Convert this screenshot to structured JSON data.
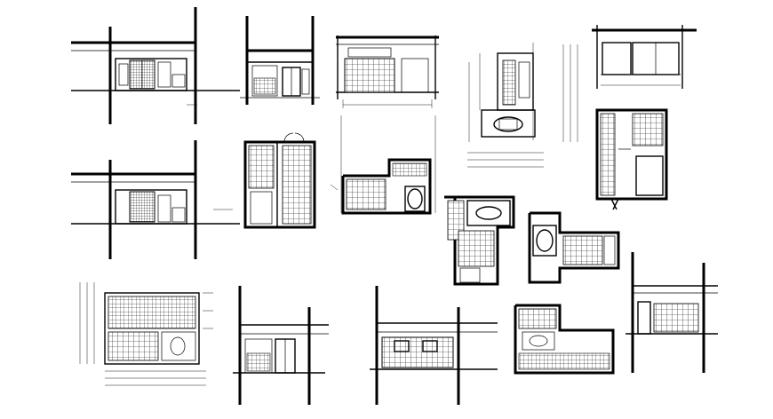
{
  "sheet": {
    "background": "#ffffff",
    "ink": "#000000",
    "drawings": [
      {
        "id": "elevation-a",
        "kind": "elevation"
      },
      {
        "id": "elevation-b",
        "kind": "elevation"
      },
      {
        "id": "elevation-c",
        "kind": "elevation"
      },
      {
        "id": "kitchen-plan-dimensioned",
        "kind": "plan"
      },
      {
        "id": "elevation-d",
        "kind": "elevation"
      },
      {
        "id": "elevation-e",
        "kind": "elevation"
      },
      {
        "id": "kitchen-plan-galley",
        "kind": "plan"
      },
      {
        "id": "kitchen-plan-l-island",
        "kind": "plan"
      },
      {
        "id": "kitchen-plan-corner",
        "kind": "plan"
      },
      {
        "id": "kitchen-plan-tall",
        "kind": "plan"
      },
      {
        "id": "kitchen-plan-dining",
        "kind": "plan"
      },
      {
        "id": "kitchen-plan-grid",
        "kind": "plan"
      },
      {
        "id": "elevation-f",
        "kind": "elevation"
      },
      {
        "id": "elevation-g",
        "kind": "elevation"
      },
      {
        "id": "kitchen-plan-u",
        "kind": "plan"
      },
      {
        "id": "elevation-h",
        "kind": "elevation"
      }
    ]
  }
}
